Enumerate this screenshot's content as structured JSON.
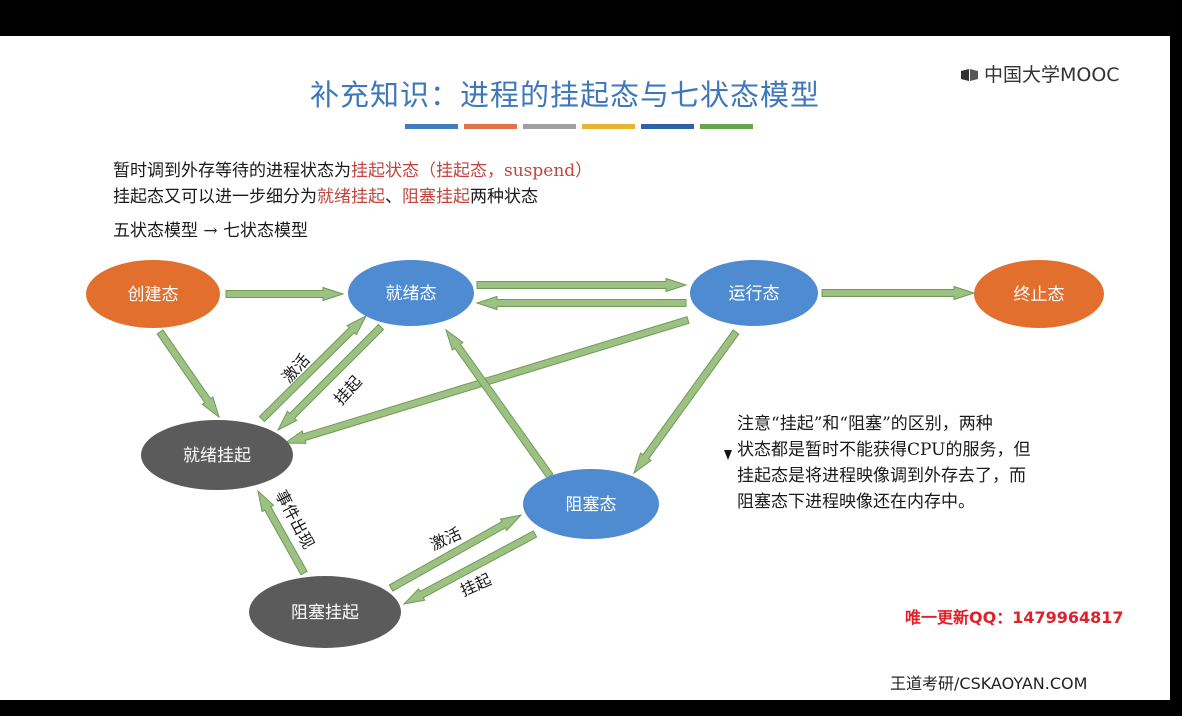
{
  "slide": {
    "title": "补充知识：进程的挂起态与七状态模型",
    "logo": "中国大学MOOC",
    "stripe_colors": [
      "#3f7fc1",
      "#e0734a",
      "#a0a0a0",
      "#e7b531",
      "#2f62a8",
      "#6aa44a"
    ],
    "intro": {
      "line1_prefix": "暂时调到外存等待的进程状态为",
      "line1_highlight": "挂起状态（挂起态，suspend）",
      "line2_prefix": "挂起态又可以进一步细分为",
      "line2_highlight1": "就绪挂起",
      "line2_sep": "、",
      "line2_highlight2": "阻塞挂起",
      "line2_suffix": "两种状态",
      "line3": "五状态模型 → 七状态模型"
    },
    "note": [
      "注意“挂起”和“阻塞”的区别，两种",
      "状态都是暂时不能获得CPU的服务，但",
      "挂起态是将进程映像调到外存去了，而",
      "阻塞态下进程映像还在内存中。"
    ],
    "qq": "唯一更新QQ：1479964817",
    "footer": "王道考研/CSKAOYAN.COM"
  },
  "diagram": {
    "colors": {
      "orange": "#e36f2e",
      "blue": "#4f8bd0",
      "gray": "#5b5b5b",
      "arrow": "#9dc183",
      "arrow_stroke": "#6f9a58"
    },
    "nodes": {
      "create": "创建态",
      "ready": "就绪态",
      "running": "运行态",
      "terminated": "终止态",
      "ready_suspend": "就绪挂起",
      "blocked": "阻塞态",
      "blocked_suspend": "阻塞挂起"
    },
    "edge_labels": {
      "activate1": "激活",
      "suspend1": "挂起",
      "event": "事件出现",
      "activate2": "激活",
      "suspend2": "挂起"
    }
  }
}
